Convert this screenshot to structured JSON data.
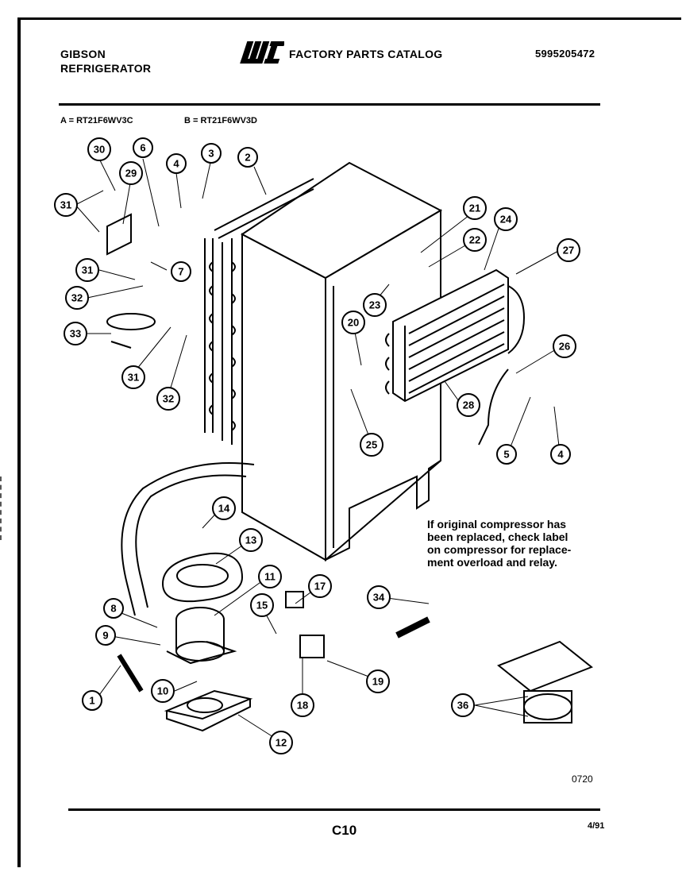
{
  "header": {
    "brand_line1": "GIBSON",
    "brand_line2": "REFRIGERATOR",
    "logo_text": "WCI",
    "catalog_title": "FACTORY PARTS CATALOG",
    "part_number": "5995205472"
  },
  "models": {
    "a": "A = RT21F6WV3C",
    "b": "B = RT21F6WV3D"
  },
  "note": {
    "line1": "If original compressor has",
    "line2": "been replaced, check label",
    "line3": "on compressor for replace-",
    "line4": "ment overload and relay."
  },
  "callouts": [
    "30",
    "6",
    "3",
    "4",
    "2",
    "29",
    "31",
    "7",
    "31",
    "32",
    "33",
    "31",
    "32",
    "21",
    "24",
    "22",
    "27",
    "23",
    "20",
    "26",
    "28",
    "25",
    "5",
    "4",
    "14",
    "13",
    "11",
    "17",
    "15",
    "8",
    "9",
    "10",
    "1",
    "12",
    "18",
    "19",
    "34",
    "36"
  ],
  "footer": {
    "diagram_code": "0720",
    "page": "C10",
    "date": "4/91"
  },
  "colors": {
    "ink": "#000000",
    "paper": "#ffffff"
  }
}
